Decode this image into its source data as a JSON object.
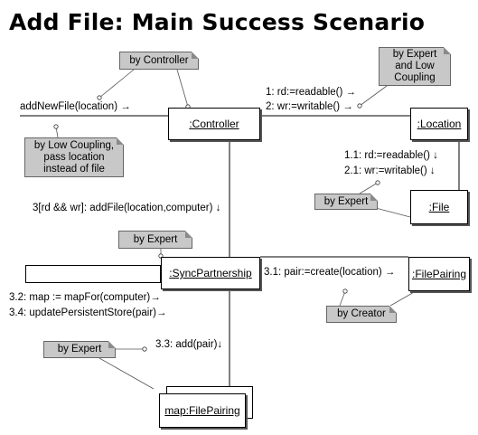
{
  "title": "Add File: Main Success Scenario",
  "objects": {
    "controller": ":Controller",
    "location": ":Location",
    "file": ":File",
    "sync_partnership": ":SyncPartnership",
    "file_pairing": ":FilePairing",
    "map": "map:FilePairing"
  },
  "messages": {
    "add_new_file": "addNewFile(location) →",
    "readable": "1: rd:=readable() →",
    "writable": "2: wr:=writable() →",
    "file_readable": "1.1: rd:=readable() ↓",
    "file_writable": "2.1: wr:=writable() ↓",
    "add_file": "3[rd && wr]: addFile(location,computer) ↓",
    "create_pairing": "3.1: pair:=create(location) →",
    "map_for": "3.2: map := mapFor(computer)→",
    "update_store": "3.4: updatePersistentStore(pair)→",
    "add_pair": "3.3: add(pair)↓"
  },
  "notes": {
    "by_controller": "by Controller",
    "by_expert_low_coupling": "by Expert\nand Low\nCoupling",
    "by_low_coupling": "by Low Coupling,\npass location\ninstead of file",
    "by_expert_file": "by Expert",
    "by_expert_sync": "by Expert",
    "by_creator": "by Creator",
    "by_expert_map": "by Expert"
  }
}
